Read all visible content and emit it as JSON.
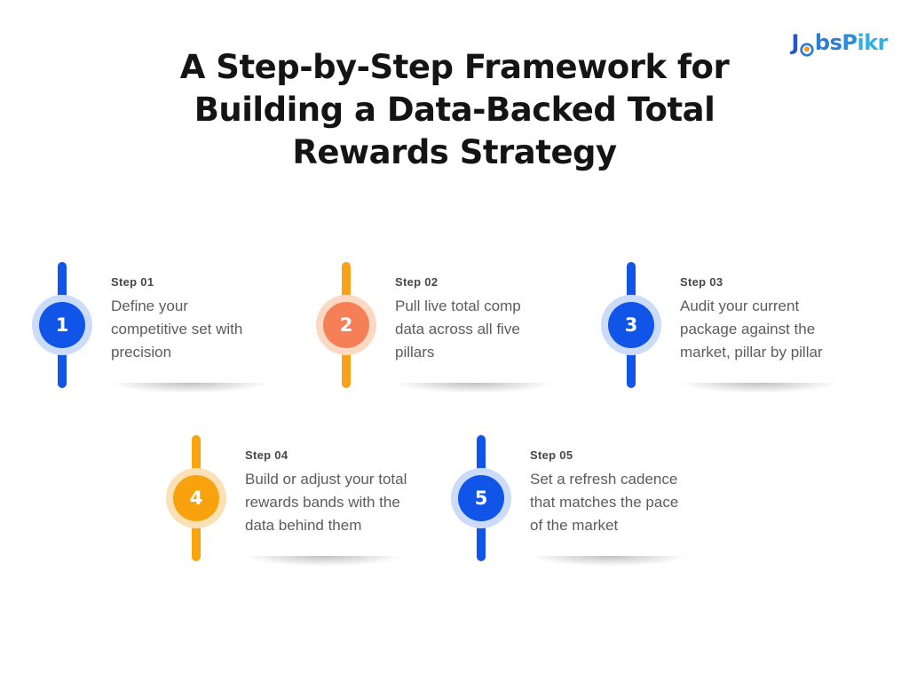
{
  "logo": {
    "brand": "JobsPikr",
    "parts": {
      "j": "J",
      "bs": "bs",
      "p": "P",
      "ikr": "ikr"
    },
    "colors": {
      "j": "#2355c8",
      "bs": "#2b7cd4",
      "p": "#2a8edb",
      "ikr": "#2fb0e8",
      "globe_ring": "#2b7cd4",
      "globe_dot": "#f59a23"
    }
  },
  "header": {
    "title": "A Step-by-Step Framework for Building a Data-Backed Total Rewards Strategy",
    "title_lines": [
      "A Step-by-Step Framework for",
      "Building a Data-Backed Total",
      "Rewards Strategy"
    ],
    "title_color": "#141414"
  },
  "steps": [
    {
      "number": "1",
      "label": "Step 01",
      "theme": "blue",
      "text": "Define your competitive set with precision",
      "text_lines": [
        "Define your",
        "competitive set with",
        "precision"
      ]
    },
    {
      "number": "2",
      "label": "Step 02",
      "theme": "coral",
      "text": "Pull live total comp data across all five pillars",
      "text_lines": [
        "Pull live total comp",
        "data across all five",
        "pillars"
      ]
    },
    {
      "number": "3",
      "label": "Step 03",
      "theme": "blue",
      "text": "Audit your current package against the market, pillar by pillar",
      "text_lines": [
        "Audit your current",
        "package against the",
        "market, pillar by pillar"
      ]
    },
    {
      "number": "4",
      "label": "Step 04",
      "theme": "amber",
      "text": "Build or adjust your total rewards bands with the data behind them",
      "text_lines": [
        "Build or adjust your total",
        "rewards bands with the",
        "data behind them"
      ]
    },
    {
      "number": "5",
      "label": "Step 05",
      "theme": "blue",
      "text": "Set a refresh cadence that matches the pace of the market",
      "text_lines": [
        "Set a refresh cadence",
        "that matches the pace",
        "of the market"
      ]
    }
  ],
  "colors": {
    "blue": "#1155e8",
    "blue_halo": "#ccdbf8",
    "coral_circle": "#f58057",
    "coral_halo": "#fbd9c3",
    "orange_bar": "#f7a218",
    "amber_circle": "#f8a30d",
    "amber_halo": "#fce0b6",
    "label_text": "#474747",
    "body_text": "#5c5c5c",
    "background": "#ffffff"
  }
}
